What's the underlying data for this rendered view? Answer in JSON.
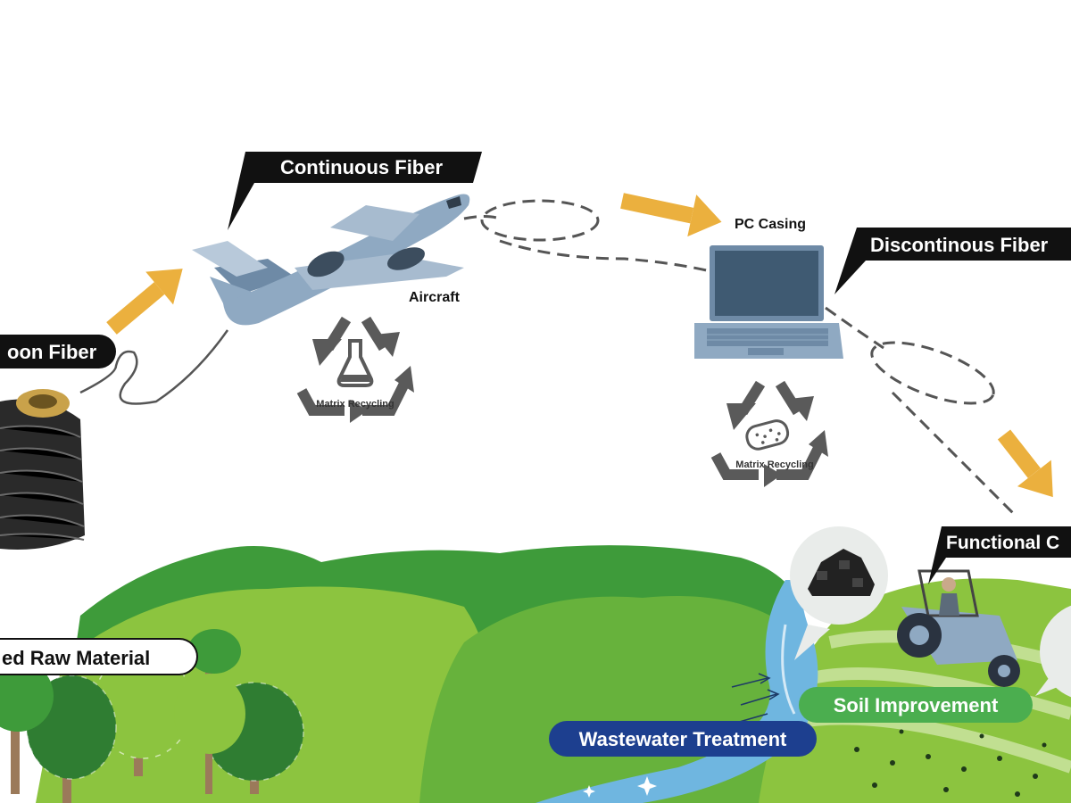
{
  "labels": {
    "continuous_fiber": "Continuous Fiber",
    "aircraft": "Aircraft",
    "pc_casing": "PC Casing",
    "discontinuous_fiber": "Discontinous Fiber",
    "carbon_fiber": "oon Fiber",
    "matrix_recycling_1": "Matrix Recycling",
    "matrix_recycling_2": "Matrix Recycling",
    "functional": "Functional C",
    "raw_material": "ed Raw Material",
    "soil_improvement": "Soil Improvement",
    "wastewater_treatment": "Wastewater Treatment"
  },
  "colors": {
    "arrow": "#EBB03E",
    "label_dark": "#111111",
    "hill_light": "#8CC43F",
    "hill_dark": "#3E9B3A",
    "river": "#6FB6E0",
    "badge_green": "#4BAE4F",
    "badge_blue": "#1D3F8F",
    "plane": "#8FA9C2",
    "recycle": "#5A5A5A"
  },
  "icons": {
    "plane": "airplane-icon",
    "laptop": "laptop-icon",
    "spool": "fiber-spool-icon",
    "recycle": "recycle-icon",
    "tractor": "tractor-icon",
    "flask": "flask-icon",
    "coal": "carbon-pile-icon"
  }
}
